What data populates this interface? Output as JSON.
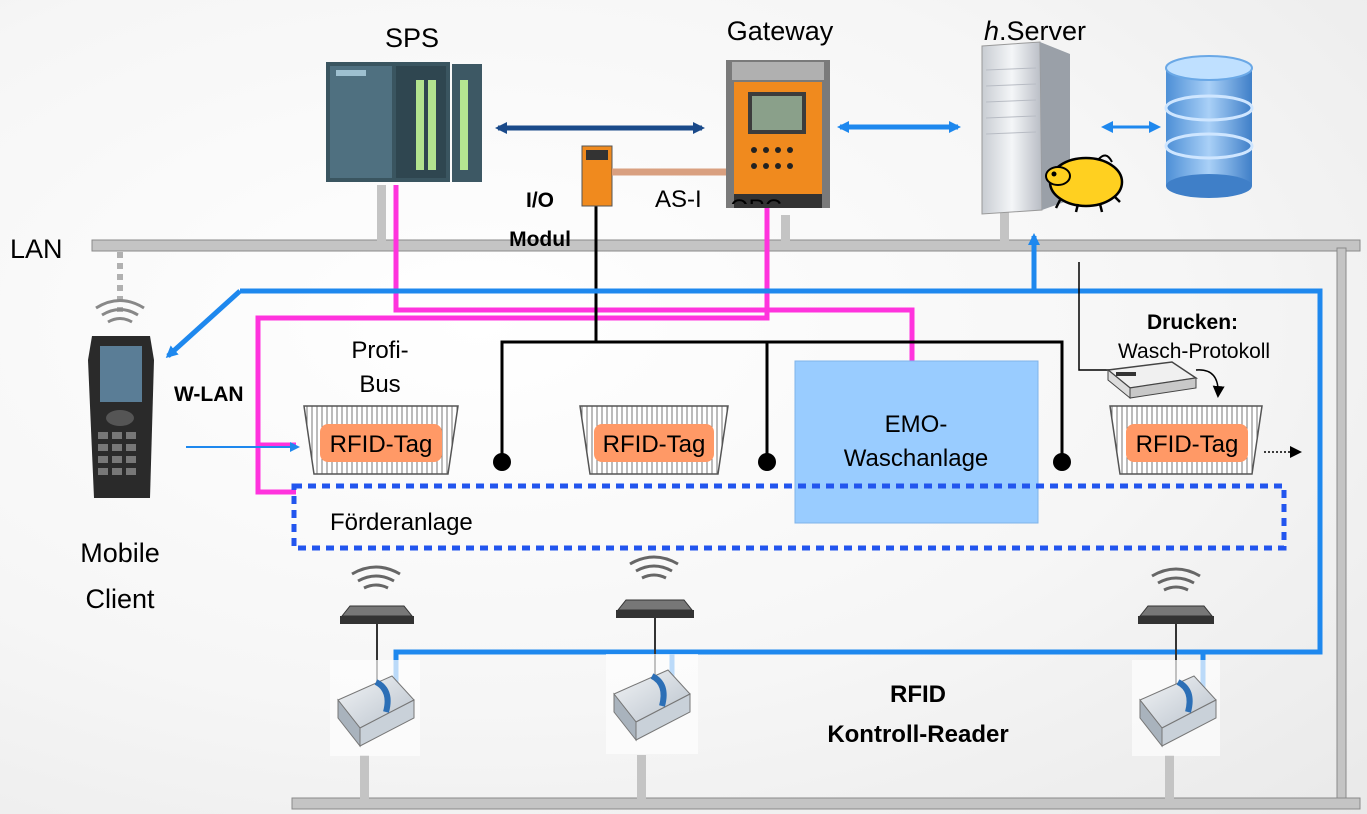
{
  "labels": {
    "sps": "SPS",
    "gateway": "Gateway",
    "server_italic": "h",
    "server_rest": ".Server",
    "lan": "LAN",
    "io_line1": "I/O",
    "io_line2": "Modul",
    "asi": "AS-I",
    "opc_partial": "OPC",
    "profibus_line1": "Profi-",
    "profibus_line2": "Bus",
    "wlan": "W-LAN",
    "mobile_line1": "Mobile",
    "mobile_line2": "Client",
    "drucken": "Drucken:",
    "wasch_protokoll": "Wasch-Protokoll",
    "emo_line1": "EMO-",
    "emo_line2": "Waschanlage",
    "foerderanlage": "Förderanlage",
    "rfid_reader_line1": "RFID",
    "rfid_reader_line2": "Kontroll-Reader"
  },
  "rfid_tags": [
    "RFID-Tag",
    "RFID-Tag",
    "RFID-Tag"
  ],
  "colors": {
    "profibus": "#ff33dd",
    "lan_blue": "#1e88ee",
    "sps_link": "#1a4a8a",
    "asi": "#d9a080",
    "emo_fill": "#99ccff",
    "tag_fill": "#ff9966",
    "conveyor_border": "#2255ee",
    "bus_gray": "#b8b8b8"
  }
}
